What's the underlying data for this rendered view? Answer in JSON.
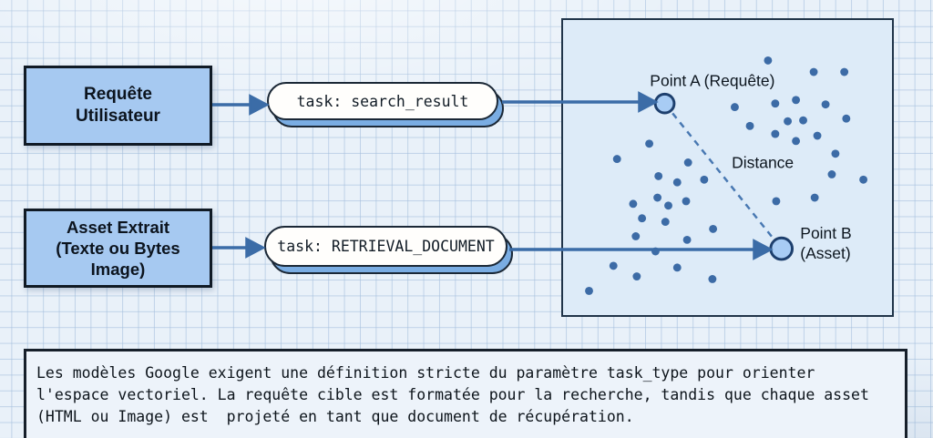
{
  "colors": {
    "background": "#e9f1f9",
    "grid_line": "#a3becc",
    "node_fill": "#a6c9f1",
    "node_border": "#101a25",
    "pill_fill": "#fffefc",
    "pill_shadow": "#7aade3",
    "arrow": "#3b6ca7",
    "panel_fill": "#ddebf8",
    "dot": "#3c6ba6",
    "endpoint_fill": "#a8ccf4",
    "endpoint_border": "#1d3f6d",
    "dashed_line": "#4878b2",
    "text": "#0d141b"
  },
  "nodes": {
    "query_box": {
      "label": "Requête\nUtilisateur"
    },
    "asset_box": {
      "label": "Asset Extrait\n(Texte ou Bytes\nImage)"
    },
    "query_pill": {
      "label": "task: search_result"
    },
    "asset_pill": {
      "label": "task: RETRIEVAL_DOCUMENT"
    }
  },
  "chart_data": {
    "type": "scatter",
    "title": "",
    "legend": "none",
    "axes": "none (conceptual vector space)",
    "point_a": {
      "label": "Point A (Requête)",
      "x": 30.9,
      "y": 28.3
    },
    "point_b": {
      "label": "Point B\n(Asset)",
      "x": 66.4,
      "y": 77.5
    },
    "distance_label": "Distance",
    "background_dots": [
      [
        62.3,
        13.7
      ],
      [
        76.2,
        17.6
      ],
      [
        85.5,
        17.6
      ],
      [
        52.2,
        29.5
      ],
      [
        64.5,
        28.3
      ],
      [
        70.8,
        27.1
      ],
      [
        79.8,
        28.6
      ],
      [
        56.8,
        35.9
      ],
      [
        68.3,
        34.3
      ],
      [
        73.0,
        34.0
      ],
      [
        64.5,
        38.6
      ],
      [
        70.8,
        41.0
      ],
      [
        77.3,
        39.2
      ],
      [
        86.1,
        33.4
      ],
      [
        82.8,
        45.3
      ],
      [
        26.2,
        41.9
      ],
      [
        16.4,
        47.1
      ],
      [
        38.0,
        48.3
      ],
      [
        81.7,
        52.3
      ],
      [
        91.3,
        54.1
      ],
      [
        29.0,
        52.9
      ],
      [
        34.7,
        55.0
      ],
      [
        42.9,
        54.1
      ],
      [
        64.8,
        61.4
      ],
      [
        76.5,
        60.2
      ],
      [
        21.3,
        62.3
      ],
      [
        28.7,
        60.2
      ],
      [
        32.0,
        62.9
      ],
      [
        24.0,
        67.2
      ],
      [
        31.1,
        68.4
      ],
      [
        37.4,
        61.4
      ],
      [
        45.6,
        70.8
      ],
      [
        22.1,
        73.3
      ],
      [
        37.7,
        74.5
      ],
      [
        28.1,
        78.4
      ],
      [
        15.3,
        83.3
      ],
      [
        34.7,
        83.9
      ],
      [
        22.4,
        86.9
      ],
      [
        45.4,
        87.8
      ],
      [
        7.9,
        91.8
      ]
    ]
  },
  "note": {
    "text": "Les modèles Google exigent une définition stricte du paramètre task_type pour orienter\nl'espace vectoriel. La requête cible est formatée pour la recherche, tandis que chaque asset\n(HTML ou Image) est  projeté en tant que document de récupération."
  }
}
